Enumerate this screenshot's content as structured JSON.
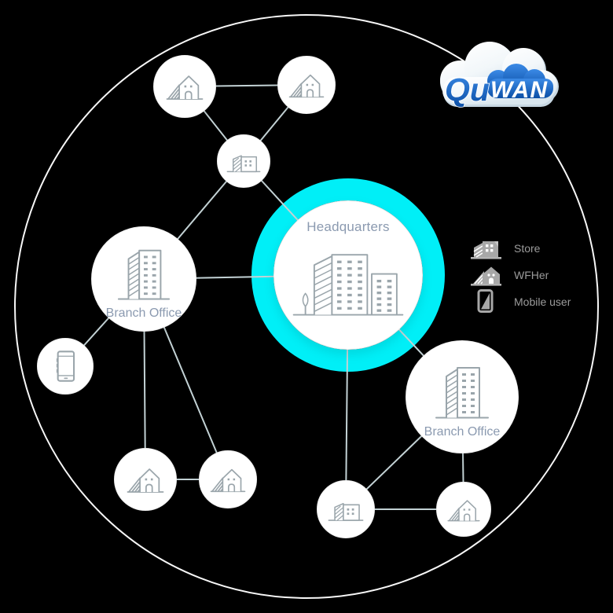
{
  "diagram": {
    "title_hint": "QuWAN mesh network topology illustration",
    "logo": {
      "qu": "Qu",
      "wan": "WAN"
    },
    "nodes": {
      "headquarters": {
        "label": "Headquarters",
        "icon": "headquarters-buildings-icon"
      },
      "branch_office_left": {
        "label": "Branch Office",
        "icon": "office-building-icon"
      },
      "branch_office_right": {
        "label": "Branch Office",
        "icon": "office-building-icon"
      },
      "store_top": {
        "icon": "store-icon"
      },
      "store_bottom": {
        "icon": "store-icon"
      },
      "house_top_left": {
        "icon": "wfher-house-icon"
      },
      "house_top_right": {
        "icon": "wfher-house-icon"
      },
      "house_bottom_left_1": {
        "icon": "wfher-house-icon"
      },
      "house_bottom_left_2": {
        "icon": "wfher-house-icon"
      },
      "house_bottom_right": {
        "icon": "wfher-house-icon"
      },
      "mobile_user": {
        "icon": "mobile-phone-icon"
      }
    },
    "legend": {
      "items": [
        {
          "icon": "store-icon",
          "label": "Store"
        },
        {
          "icon": "wfher-house-icon",
          "label": "WFHer"
        },
        {
          "icon": "mobile-phone-icon",
          "label": "Mobile user"
        }
      ]
    },
    "colors": {
      "highlight_ring": "#00EFF7",
      "connection_line": "#C3D2D5",
      "outer_circle": "#F7F7F7",
      "icon_stroke": "#9AA5AB",
      "node_label": "#8B9AB0",
      "legend_text": "#9B9B9B",
      "logo_blue": "#1760BE"
    }
  }
}
